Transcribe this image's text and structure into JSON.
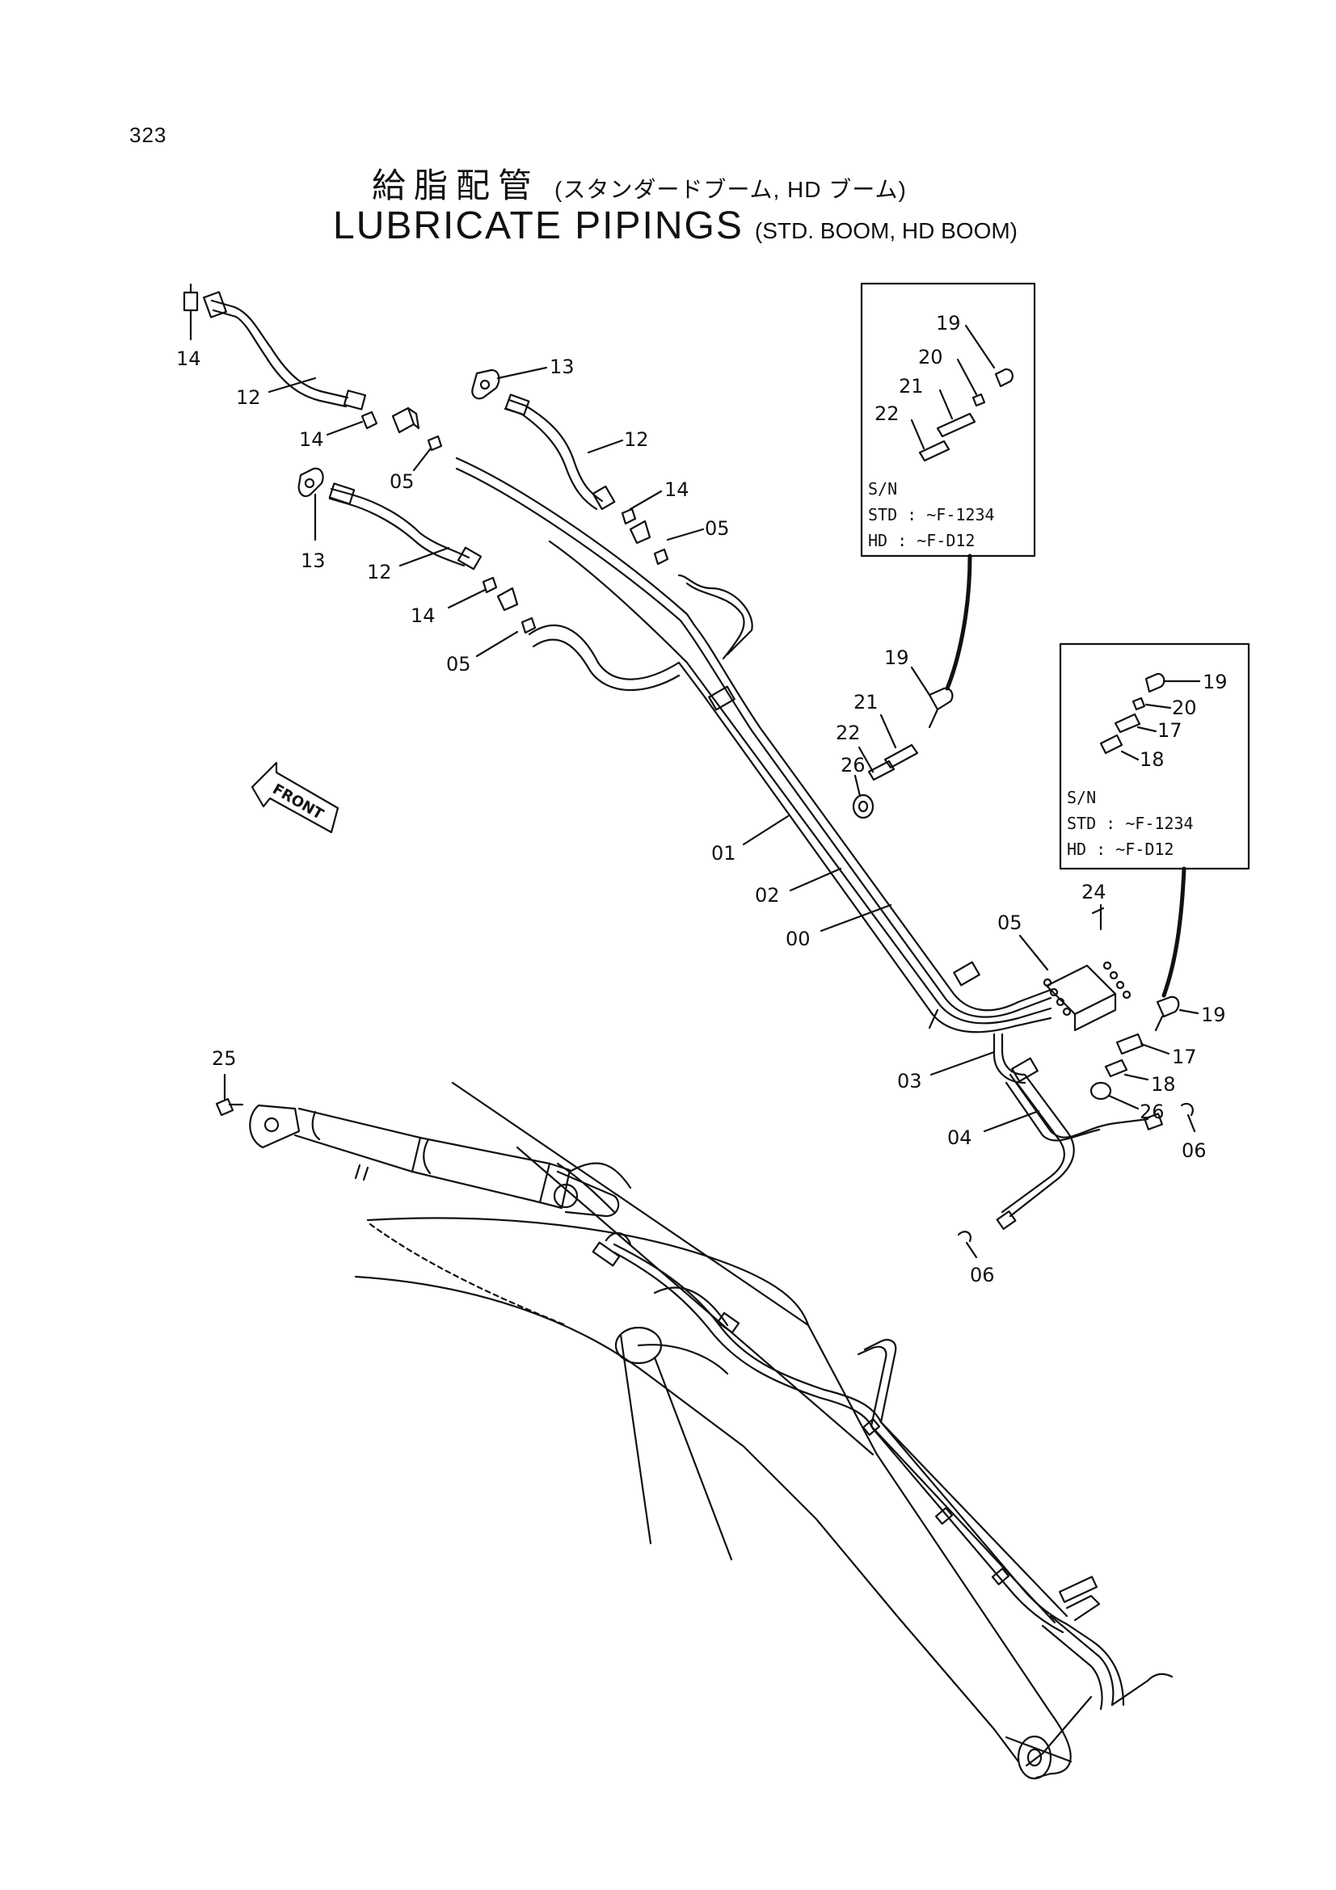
{
  "page_number": "323",
  "title_jp": "給脂配管",
  "subtitle_jp": "(スタンダードブーム, HD ブーム)",
  "title_en": "LUBRICATE PIPINGS",
  "subtitle_en": "(STD. BOOM, HD BOOM)",
  "front_label": "FRONT",
  "inset_top": {
    "labels": [
      "19",
      "20",
      "21",
      "22"
    ],
    "sn_title": "S/N",
    "sn_std": "STD : ~F-1234",
    "sn_hd": "HD  : ~F-D12"
  },
  "inset_right": {
    "labels": [
      "19",
      "20",
      "17",
      "18"
    ],
    "sn_title": "S/N",
    "sn_std": "STD : ~F-1234",
    "sn_hd": "HD  : ~F-D12"
  },
  "callouts": [
    "14",
    "12",
    "14",
    "05",
    "13",
    "12",
    "14",
    "05",
    "13",
    "12",
    "14",
    "05",
    "19",
    "21",
    "22",
    "26",
    "01",
    "02",
    "00",
    "05",
    "24",
    "03",
    "19",
    "17",
    "18",
    "26",
    "06",
    "04",
    "06",
    "25"
  ]
}
